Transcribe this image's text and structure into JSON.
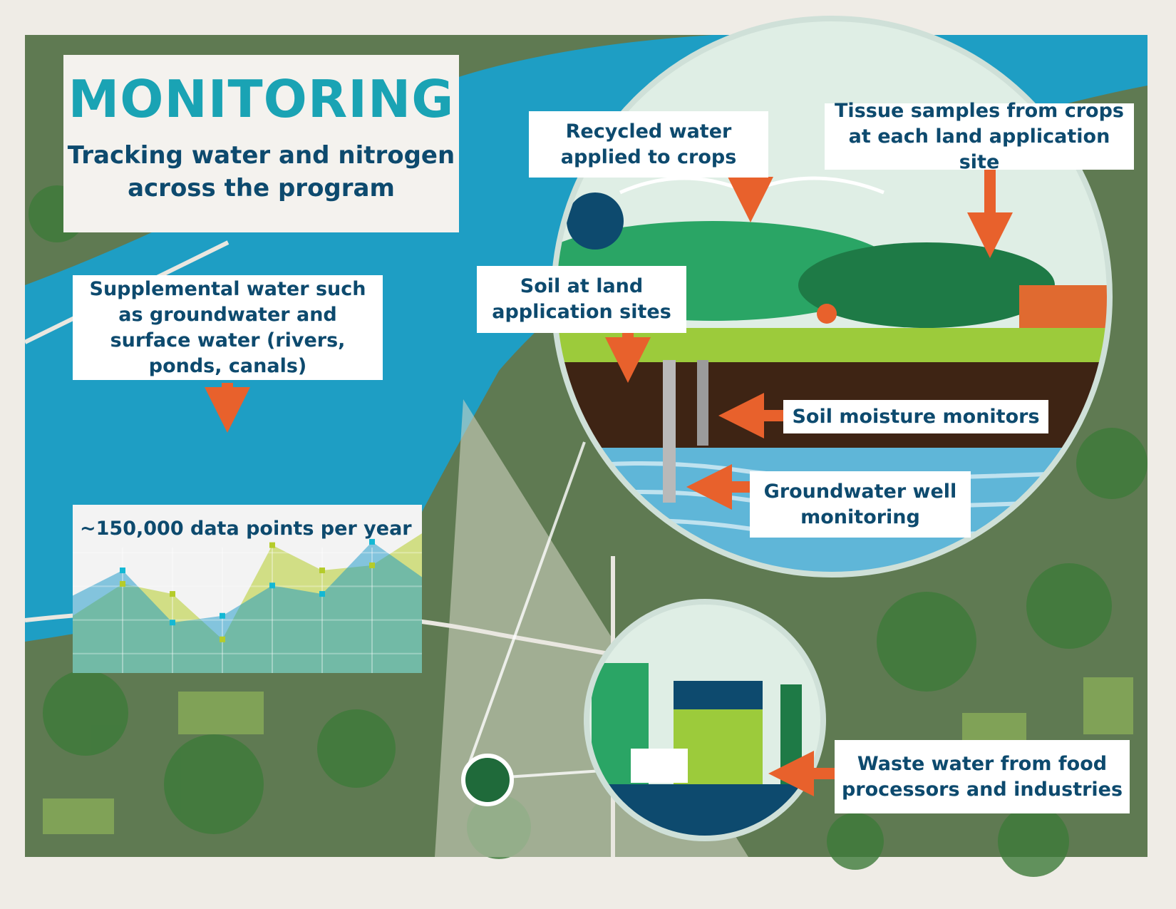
{
  "title": {
    "heading": "MONITORING",
    "subtitle_line1": "Tracking water and nitrogen",
    "subtitle_line2": "across the program"
  },
  "labels": {
    "supplemental": "Supplemental water such as groundwater and surface water (rivers, ponds, canals)",
    "recycled": "Recycled water applied to crops",
    "tissue": "Tissue samples from crops at each land application site",
    "soil": "Soil at land application sites",
    "soil_moisture": "Soil moisture monitors",
    "groundwater": "Groundwater well monitoring",
    "waste_water": "Waste water from food processors and industries"
  },
  "colors": {
    "accent": "#1aa3b4",
    "text": "#0d4a6e",
    "arrow": "#e8612c",
    "water": "#1e9ec4",
    "series_blue": "#14b8d4",
    "series_green": "#b5cc2a"
  },
  "chart_data": {
    "type": "area",
    "title": "~150,000 data points per year",
    "x": [
      0,
      1,
      2,
      3,
      4,
      5,
      6,
      7
    ],
    "ylim": [
      0,
      10
    ],
    "grid": true,
    "series": [
      {
        "name": "blue",
        "values": [
          4.6,
          6.1,
          3.0,
          3.4,
          5.2,
          4.7,
          7.8,
          5.7
        ]
      },
      {
        "name": "green",
        "values": [
          3.4,
          5.3,
          4.7,
          2.0,
          7.6,
          6.1,
          6.4,
          8.3
        ]
      }
    ]
  }
}
